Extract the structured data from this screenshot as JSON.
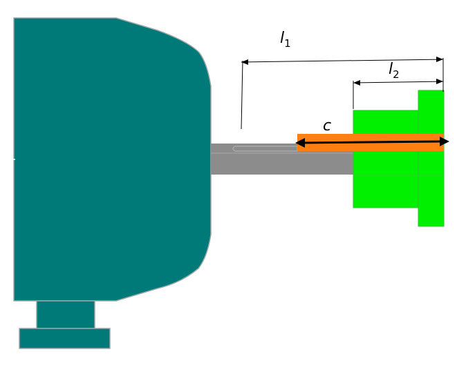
{
  "labels": {
    "l1": {
      "main": "l",
      "sub": "1"
    },
    "l2": {
      "main": "l",
      "sub": "2"
    },
    "c": "c"
  },
  "colors": {
    "motor_body": "#007a78",
    "motor_outline": "#9aa8a8",
    "shaft": "#8c8c8c",
    "coupling": "#00f000",
    "key": "#ff7f10",
    "dimension_line": "#000000"
  }
}
